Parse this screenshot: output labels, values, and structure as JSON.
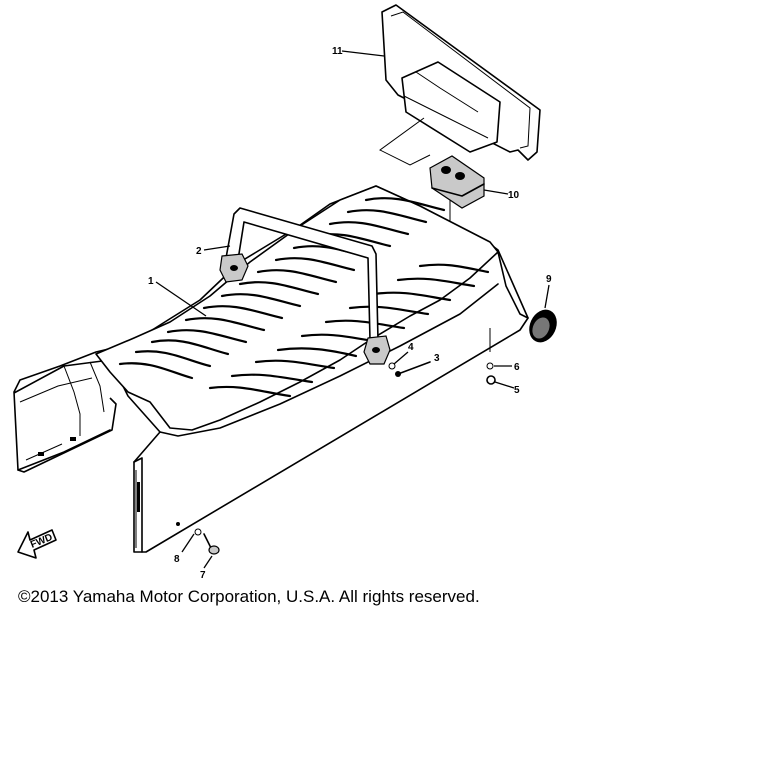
{
  "diagram": {
    "callouts": [
      {
        "id": "1",
        "label": "1"
      },
      {
        "id": "2",
        "label": "2"
      },
      {
        "id": "3",
        "label": "3"
      },
      {
        "id": "4",
        "label": "4"
      },
      {
        "id": "5",
        "label": "5"
      },
      {
        "id": "6",
        "label": "6"
      },
      {
        "id": "7",
        "label": "7"
      },
      {
        "id": "8",
        "label": "8"
      },
      {
        "id": "9",
        "label": "9"
      },
      {
        "id": "10",
        "label": "10"
      },
      {
        "id": "11",
        "label": "11"
      }
    ],
    "fwd_label": "FWD"
  },
  "footer": {
    "copyright": "©2013 Yamaha Motor Corporation, U.S.A. All rights reserved."
  }
}
